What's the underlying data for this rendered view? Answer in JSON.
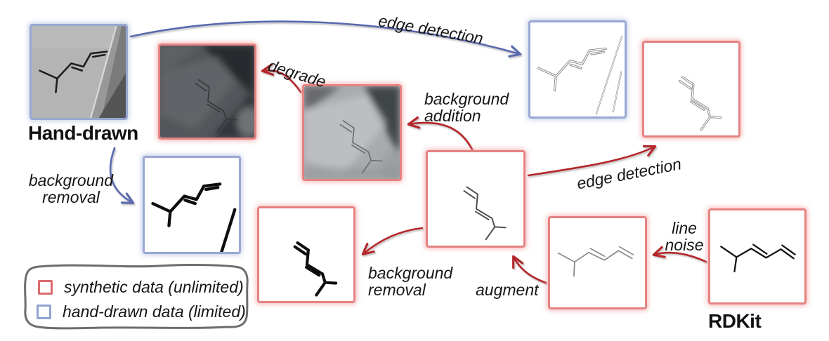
{
  "figure": {
    "type": "data-augmentation-pipeline-diagram",
    "node_labels": {
      "hand_drawn": "Hand-drawn",
      "rdkit": "RDKit"
    },
    "arrow_labels": {
      "edge_detection_hand": "edge detection",
      "degrade": "degrade",
      "background_addition": [
        "background",
        "addition"
      ],
      "edge_detection_synthetic": "edge detection",
      "background_removal_hand": [
        "background",
        "removal"
      ],
      "background_removal_synthetic": [
        "background",
        "removal"
      ],
      "augment": "augment",
      "line_noise": [
        "line",
        "noise"
      ]
    },
    "legend": {
      "items": [
        {
          "label": "synthetic data (unlimited)",
          "swatch_color": "#dc6b6e"
        },
        {
          "label": "hand-drawn data (limited)",
          "swatch_color": "#90a3d1"
        }
      ]
    },
    "colors": {
      "synthetic_border": "#e58282",
      "hand_drawn_border": "#98a8d3",
      "red_arrow": "#b4282c",
      "blue_arrow": "#5a69ad",
      "legend_border": "#6d6d6d",
      "text": "#161616"
    }
  }
}
